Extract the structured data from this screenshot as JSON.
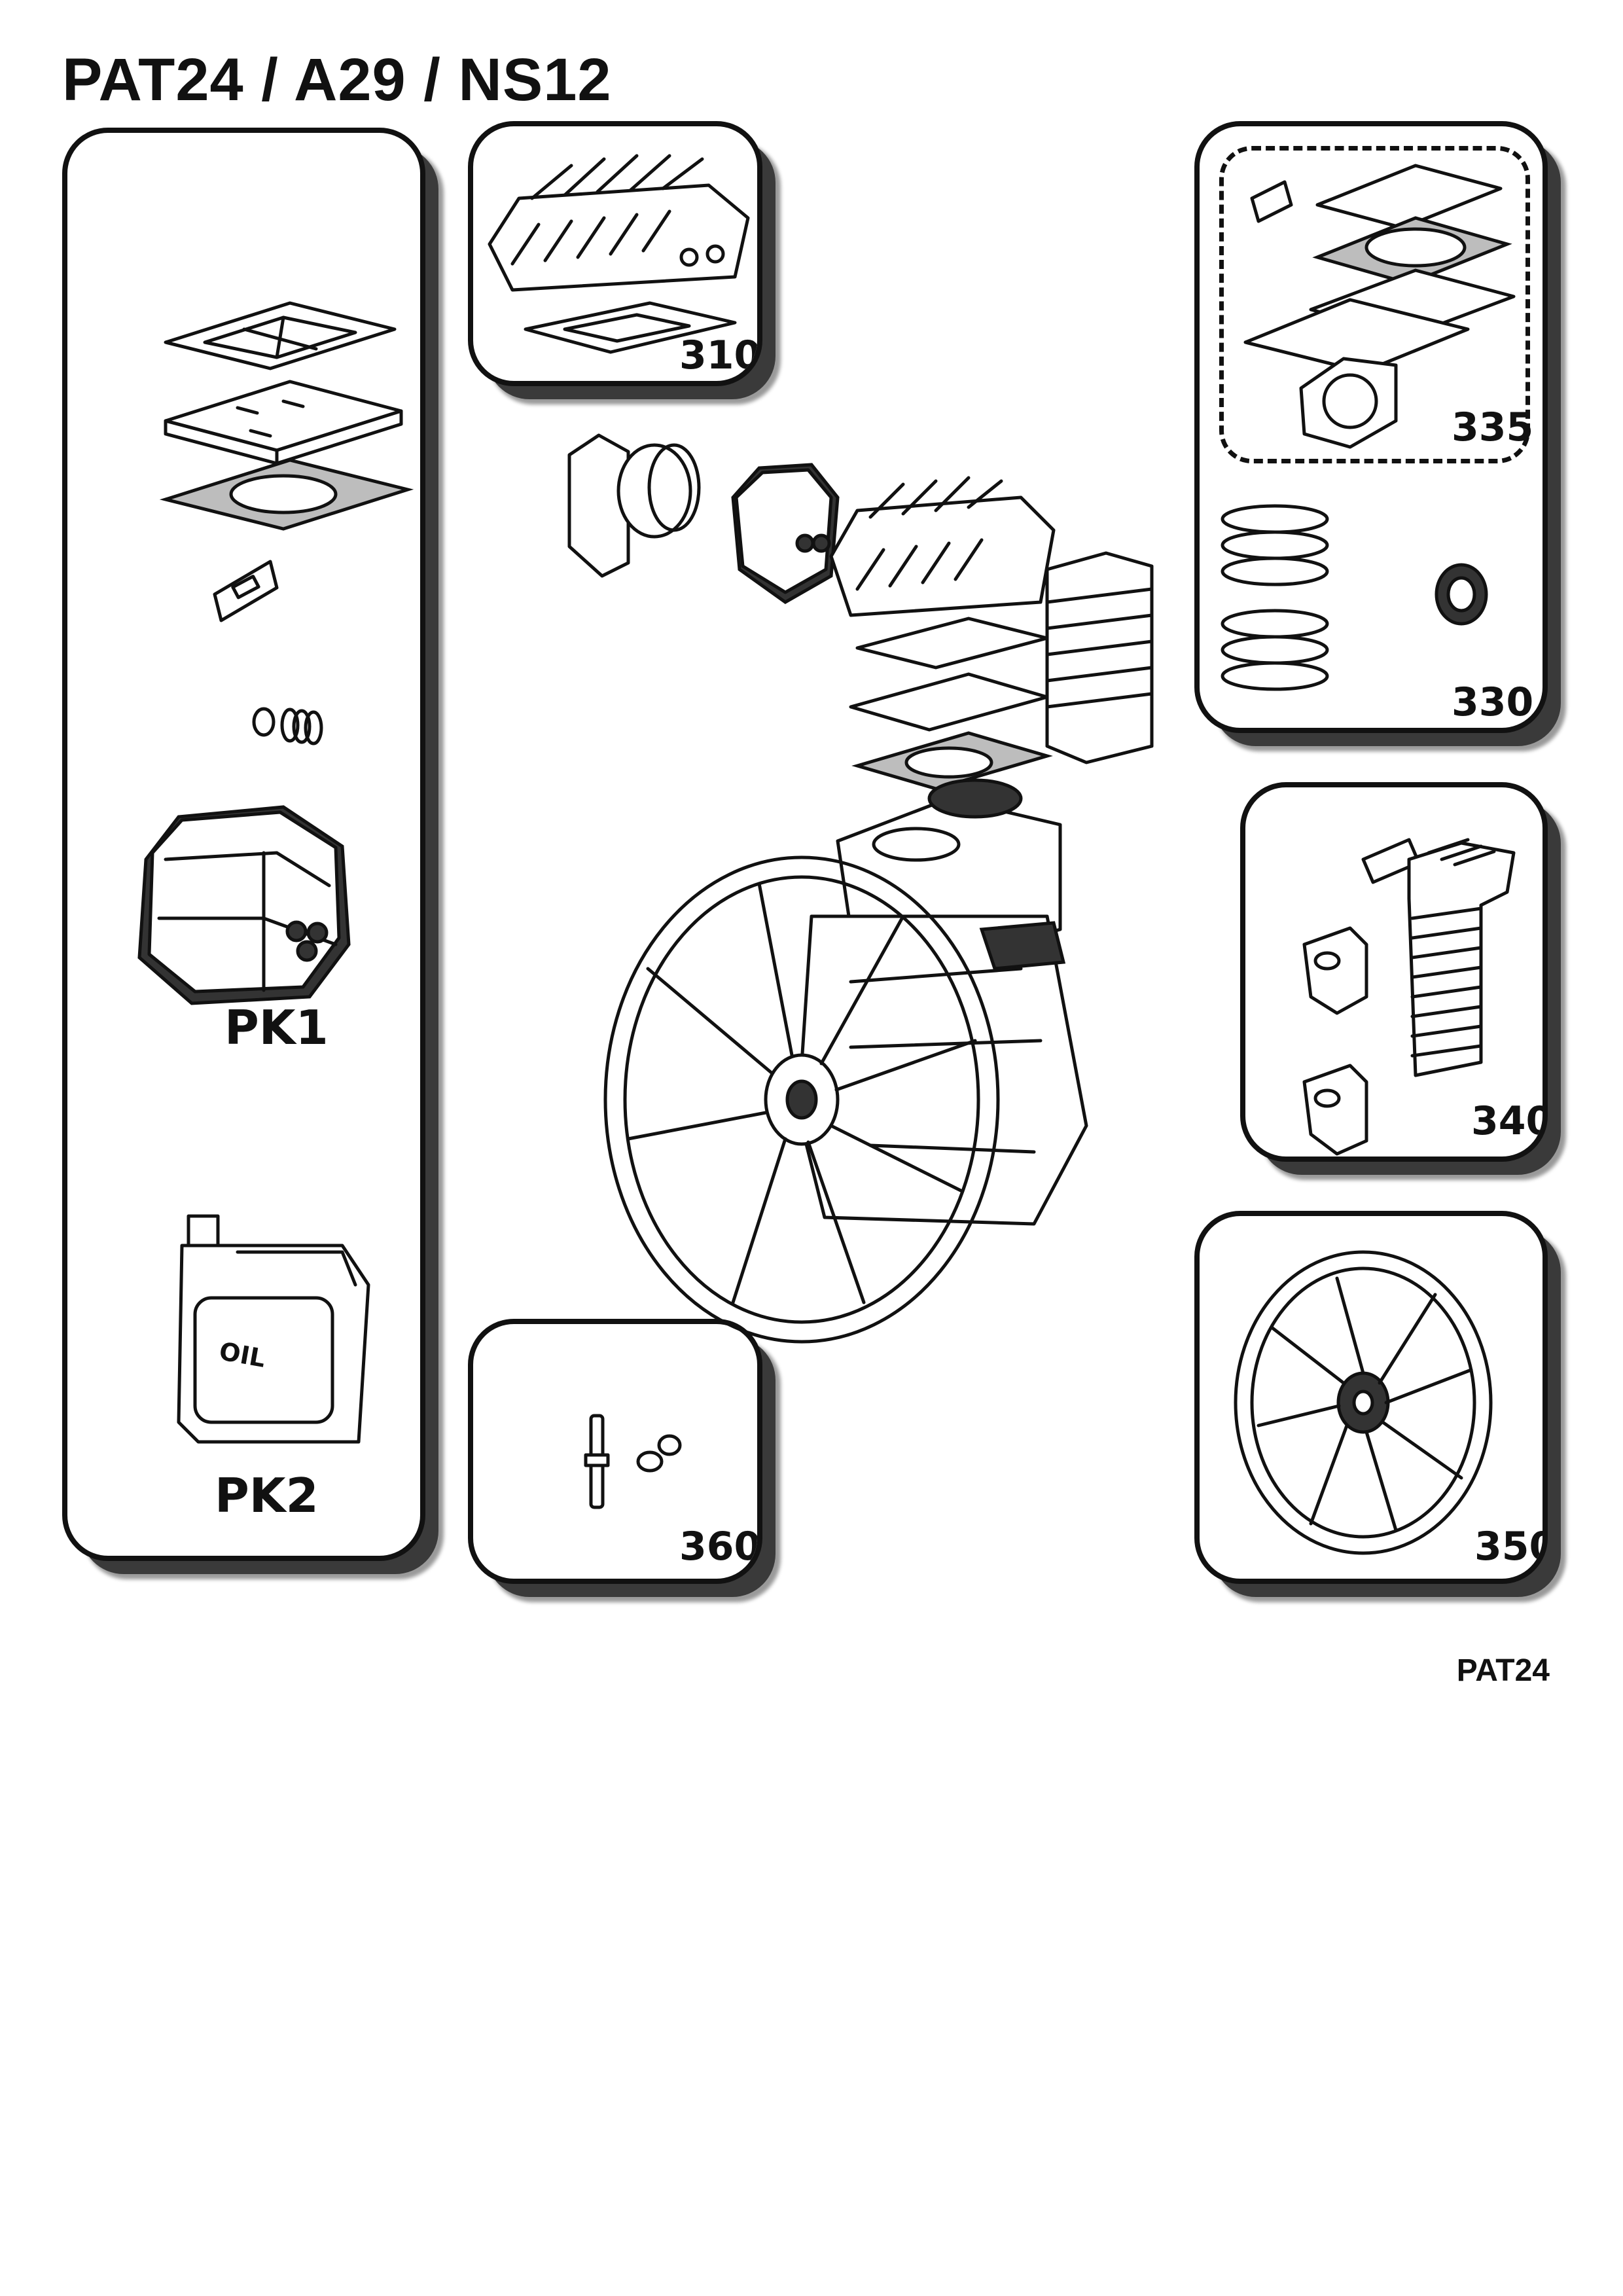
{
  "page": {
    "title": "PAT24 / A29 / NS12",
    "footer_code": "PAT24"
  },
  "kits": {
    "pk1": "PK1",
    "pk2": "PK2",
    "oil_label": "OIL"
  },
  "parts": {
    "p310": "310",
    "p335": "335",
    "p330": "330",
    "p340": "340",
    "p350": "350",
    "p360": "360"
  }
}
